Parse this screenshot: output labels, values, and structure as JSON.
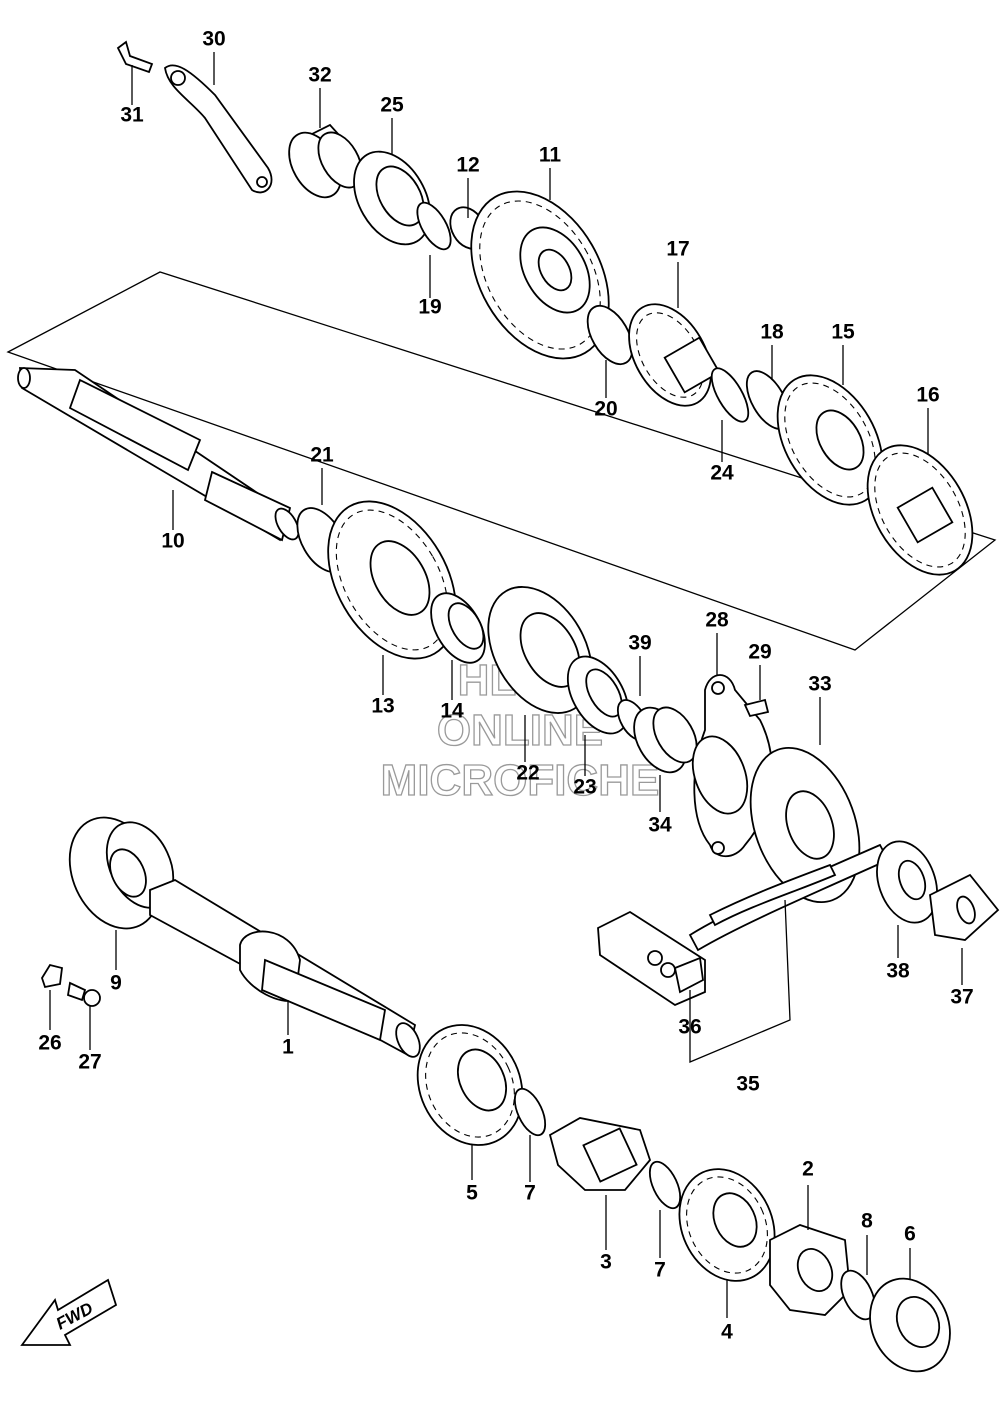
{
  "diagram": {
    "watermark": [
      "HLSM",
      "ONLINE",
      "MICROFICHE"
    ],
    "fwd_label": "FWD",
    "parts": [
      {
        "id": "p30",
        "label": "30"
      },
      {
        "id": "p31",
        "label": "31"
      },
      {
        "id": "p32",
        "label": "32"
      },
      {
        "id": "p25",
        "label": "25"
      },
      {
        "id": "p12",
        "label": "12"
      },
      {
        "id": "p11",
        "label": "11"
      },
      {
        "id": "p19",
        "label": "19"
      },
      {
        "id": "p17",
        "label": "17"
      },
      {
        "id": "p18",
        "label": "18"
      },
      {
        "id": "p15",
        "label": "15"
      },
      {
        "id": "p16",
        "label": "16"
      },
      {
        "id": "p20",
        "label": "20"
      },
      {
        "id": "p24",
        "label": "24"
      },
      {
        "id": "p21",
        "label": "21"
      },
      {
        "id": "p10",
        "label": "10"
      },
      {
        "id": "p13",
        "label": "13"
      },
      {
        "id": "p14",
        "label": "14"
      },
      {
        "id": "p22",
        "label": "22"
      },
      {
        "id": "p23",
        "label": "23"
      },
      {
        "id": "p39",
        "label": "39"
      },
      {
        "id": "p28",
        "label": "28"
      },
      {
        "id": "p29",
        "label": "29"
      },
      {
        "id": "p33",
        "label": "33"
      },
      {
        "id": "p34",
        "label": "34"
      },
      {
        "id": "p9",
        "label": "9"
      },
      {
        "id": "p26",
        "label": "26"
      },
      {
        "id": "p27",
        "label": "27"
      },
      {
        "id": "p1",
        "label": "1"
      },
      {
        "id": "p36",
        "label": "36"
      },
      {
        "id": "p35",
        "label": "35"
      },
      {
        "id": "p38",
        "label": "38"
      },
      {
        "id": "p37",
        "label": "37"
      },
      {
        "id": "p5",
        "label": "5"
      },
      {
        "id": "p7a",
        "label": "7"
      },
      {
        "id": "p3",
        "label": "3"
      },
      {
        "id": "p7b",
        "label": "7"
      },
      {
        "id": "p4",
        "label": "4"
      },
      {
        "id": "p2",
        "label": "2"
      },
      {
        "id": "p8",
        "label": "8"
      },
      {
        "id": "p6",
        "label": "6"
      }
    ]
  }
}
